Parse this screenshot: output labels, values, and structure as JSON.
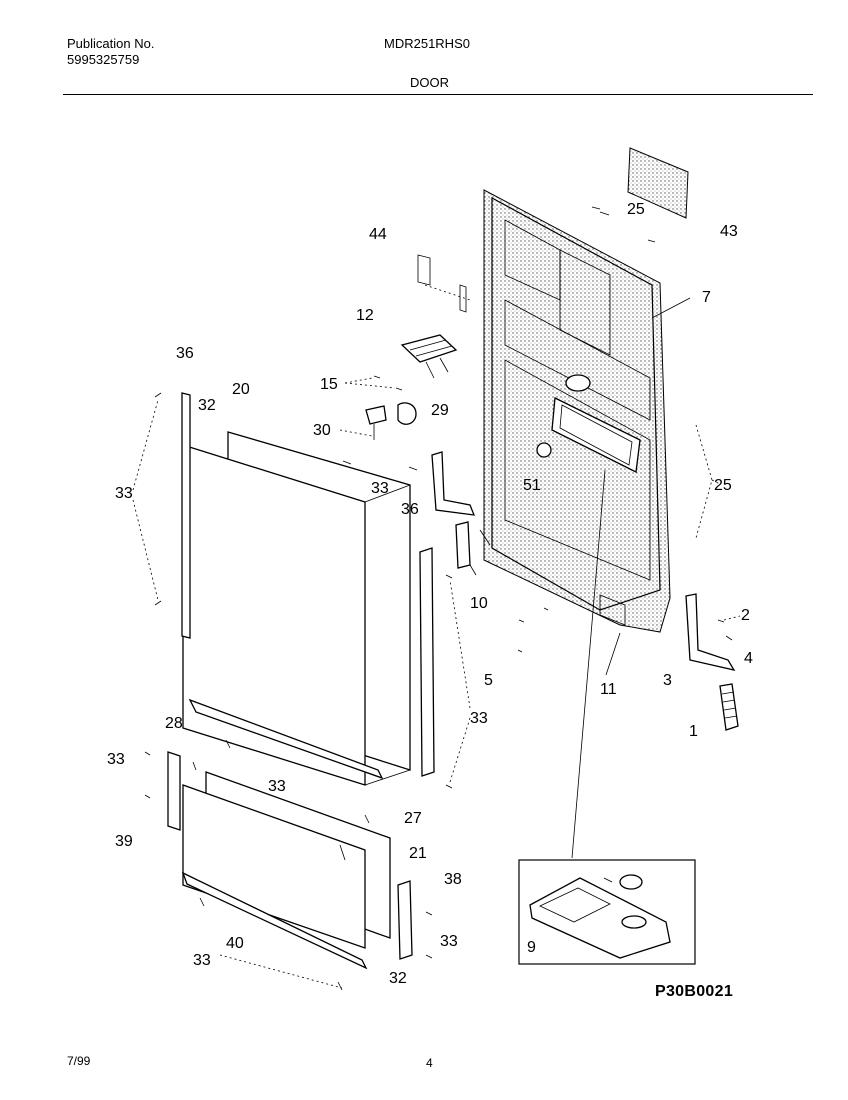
{
  "header": {
    "publication_label": "Publication No.",
    "publication_number": "5995325759",
    "model": "MDR251RHS0",
    "section": "DOOR"
  },
  "footer": {
    "date": "7/99",
    "page": "4",
    "diagram_code": "P30B0021"
  },
  "callouts": {
    "c44": "44",
    "c25a": "25",
    "c43": "43",
    "c7": "7",
    "c12": "12",
    "c36a": "36",
    "c32a": "32",
    "c20": "20",
    "c15": "15",
    "c29": "29",
    "c30": "30",
    "c33a": "33",
    "c33b": "33",
    "c51": "51",
    "c25b": "25",
    "c36b": "36",
    "c10": "10",
    "c2": "2",
    "c4": "4",
    "c3": "3",
    "c5": "5",
    "c11": "11",
    "c1": "1",
    "c33c": "33",
    "c28": "28",
    "c33d": "33",
    "c33e": "33",
    "c27": "27",
    "c39": "39",
    "c21": "21",
    "c38": "38",
    "c9": "9",
    "c40": "40",
    "c33f": "33",
    "c33g": "33",
    "c32b": "32"
  }
}
